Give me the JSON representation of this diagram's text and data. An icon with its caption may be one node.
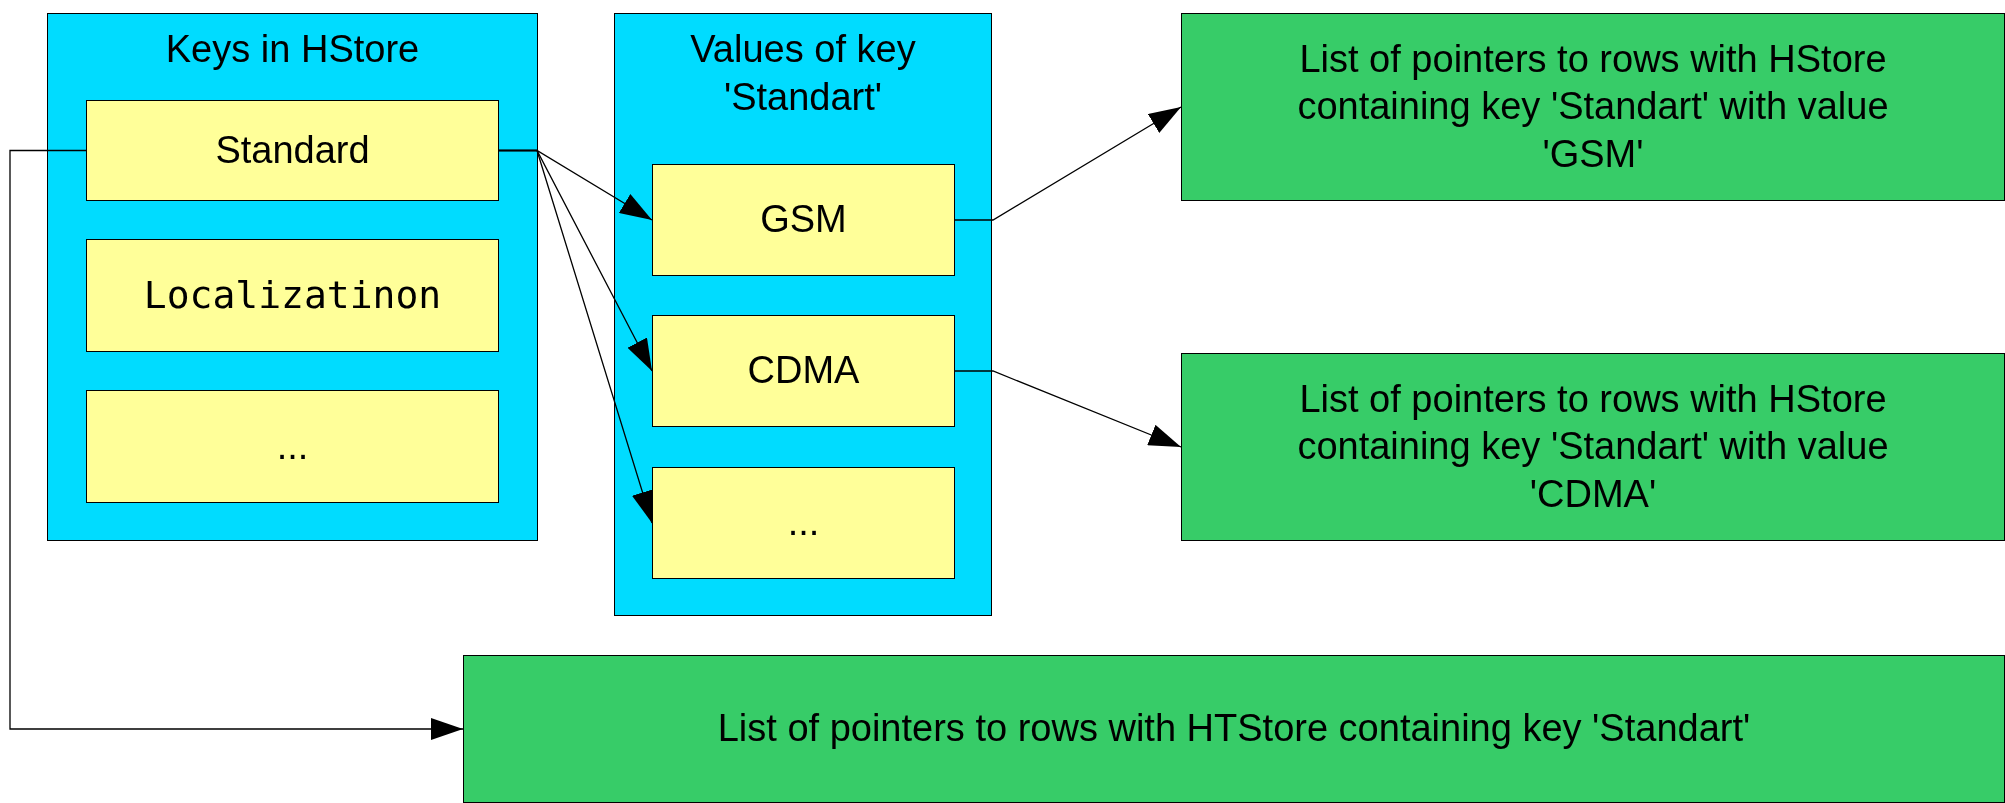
{
  "diagram": {
    "nodes": [
      {
        "text": [
          "Keys in HStore"
        ]
      },
      {
        "text": [
          "Standard"
        ],
        "in": 0
      },
      {
        "text": [
          "Localizatinon"
        ],
        "in": 0
      },
      {
        "text": [
          "..."
        ],
        "in": 0
      },
      {
        "text": [
          "Values of key 'Standart'"
        ]
      },
      {
        "text": [
          "GSM"
        ],
        "in": 4
      },
      {
        "text": [
          "CDMA"
        ],
        "in": 4
      },
      {
        "text": [
          "..."
        ],
        "in": 4
      },
      {
        "text": [
          "List of pointers to rows with HStore containing key 'Standart' with value 'GSM'"
        ]
      },
      {
        "text": [
          "List of pointers to rows with HStore containing key 'Standart' with value 'CDMA'"
        ]
      },
      {
        "text": [
          "List of pointers to rows with HTStore containing key 'Standart'"
        ]
      }
    ],
    "edges": [
      {
        "from": 1,
        "to": 5,
        "arrow": "to"
      },
      {
        "from": 1,
        "to": 6,
        "arrow": "to"
      },
      {
        "from": 1,
        "to": 7,
        "arrow": "to"
      },
      {
        "from": 5,
        "to": 8,
        "arrow": "to"
      },
      {
        "from": 6,
        "to": 9,
        "arrow": "to"
      },
      {
        "from": 1,
        "to": 10,
        "arrow": "to"
      }
    ]
  }
}
